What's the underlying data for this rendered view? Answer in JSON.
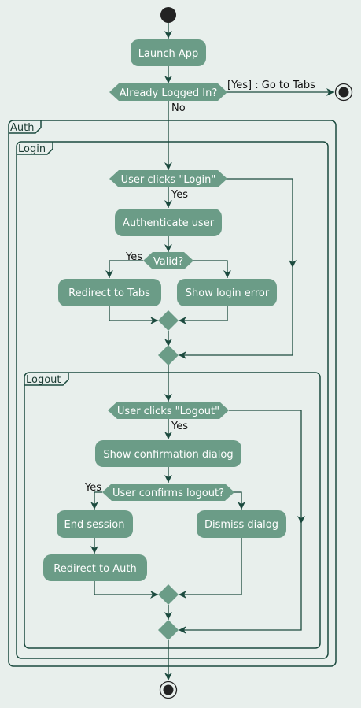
{
  "colors": {
    "background": "#e8efec",
    "node_fill": "#6b9c87",
    "node_text": "#ffffff",
    "line": "#1b4a3e",
    "terminal": "#222222"
  },
  "frames": {
    "auth": "Auth",
    "login": "Login",
    "logout": "Logout"
  },
  "nodes": {
    "launch_app": "Launch App",
    "already_logged_in": "Already Logged In?",
    "user_clicks_login": "User clicks \"Login\"",
    "authenticate_user": "Authenticate user",
    "valid": "Valid?",
    "redirect_to_tabs": "Redirect to Tabs",
    "show_login_error": "Show login error",
    "user_clicks_logout": "User clicks \"Logout\"",
    "show_confirmation_dialog": "Show confirmation dialog",
    "user_confirms_logout": "User confirms logout?",
    "end_session": "End session",
    "dismiss_dialog": "Dismiss dialog",
    "redirect_to_auth": "Redirect to Auth"
  },
  "edges": {
    "yes_go_to_tabs": "[Yes] : Go to Tabs",
    "no": "No",
    "login_yes": "Yes",
    "valid_yes": "Yes",
    "logout_yes": "Yes",
    "confirm_yes": "Yes"
  }
}
